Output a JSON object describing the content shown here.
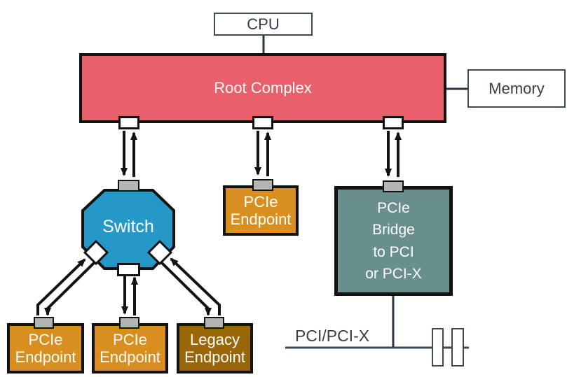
{
  "colors": {
    "rc-red": "#e9606b",
    "switch-blue": "#2598c7",
    "endpoint-orange": "#d88f20",
    "legacy-brown": "#9a6708",
    "bridge-teal": "#698f8c",
    "port-gray": "#b5b5b5",
    "port-white": "#ffffff",
    "outline": "#121212",
    "frame-border": "#3e4a54",
    "text-dark": "#333e49",
    "text-light": "#ffffff",
    "wire": "#3d4852"
  },
  "diagram": {
    "cpu": {
      "label": "CPU"
    },
    "root_complex": {
      "label": "Root Complex"
    },
    "memory": {
      "label": "Memory"
    },
    "switch": {
      "label": "Switch"
    },
    "pcie_endpoint_top": {
      "label": "PCIe\nEndpoint"
    },
    "pcie_bridge": {
      "label": "PCIe\nBridge\nto PCI\nor PCI-X"
    },
    "pcie_endpoint_left": {
      "label": "PCIe\nEndpoint"
    },
    "pcie_endpoint_middle": {
      "label": "PCIe\nEndpoint"
    },
    "legacy_endpoint": {
      "label": "Legacy\nEndpoint"
    },
    "pci_bus": {
      "label": "PCI/PCI-X"
    }
  }
}
